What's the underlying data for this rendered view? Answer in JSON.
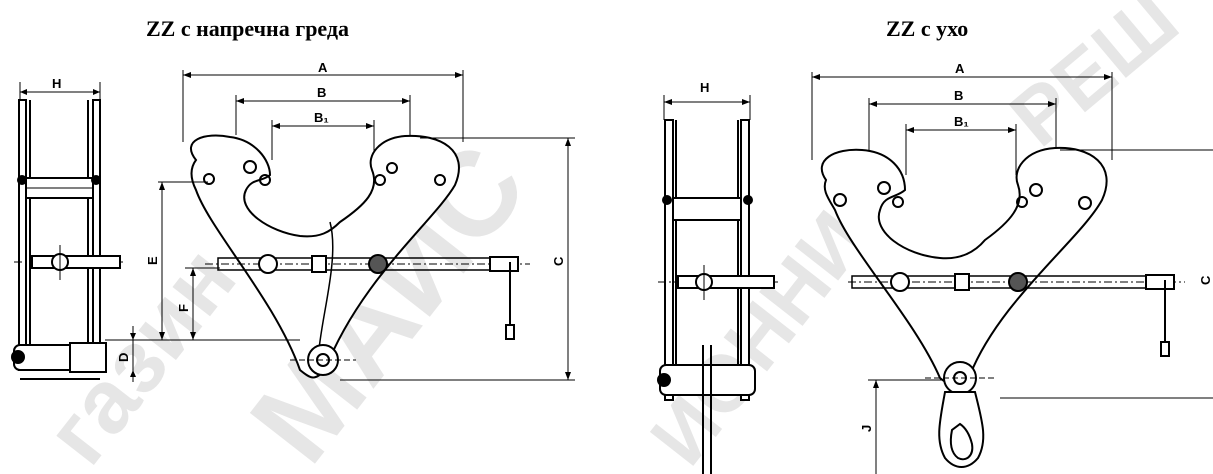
{
  "titles": {
    "left": "ZZ с напречна греда",
    "right": "ZZ с ухо"
  },
  "dimension_labels": {
    "H": "H",
    "A": "A",
    "B": "B",
    "B1": "B₁",
    "C": "C",
    "D": "D",
    "E": "E",
    "F": "F",
    "J": "J"
  },
  "watermark": {
    "text_large": "МАЙС",
    "text_small": "газин",
    "text_arc": "РЕШ",
    "text_diag": "ИОННИ"
  },
  "colors": {
    "line": "#000000",
    "watermark": "#e4e4e4"
  }
}
